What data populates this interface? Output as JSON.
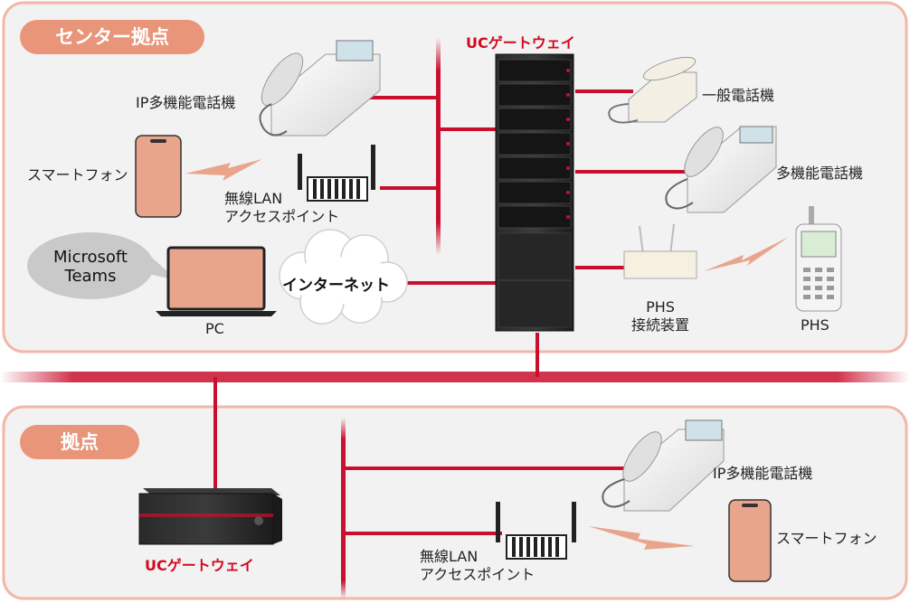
{
  "center": {
    "badge": "センター拠点",
    "gateway_label": "UCゲートウェイ",
    "ip_phone_label": "IP多機能電話機",
    "smartphone_label": "スマートフォン",
    "wlan_label_1": "無線LAN",
    "wlan_label_2": "アクセスポイント",
    "teams_label_1": "Microsoft",
    "teams_label_2": "Teams",
    "pc_label": "PC",
    "internet_label": "インターネット",
    "analog_phone_label": "一般電話機",
    "multi_phone_label": "多機能電話機",
    "phs_unit_label_1": "PHS",
    "phs_unit_label_2": "接続装置",
    "phs_label": "PHS"
  },
  "branch": {
    "badge": "拠点",
    "gateway_label": "UCゲートウェイ",
    "ip_phone_label": "IP多機能電話機",
    "smartphone_label": "スマートフォン",
    "wlan_label_1": "無線LAN",
    "wlan_label_2": "アクセスポイント"
  },
  "colors": {
    "line": "#c8102e",
    "panel_border": "#f2b7a6",
    "panel_bg": "#f2f2f2",
    "badge": "#e8957a",
    "device_salmon": "#e9a58b"
  }
}
